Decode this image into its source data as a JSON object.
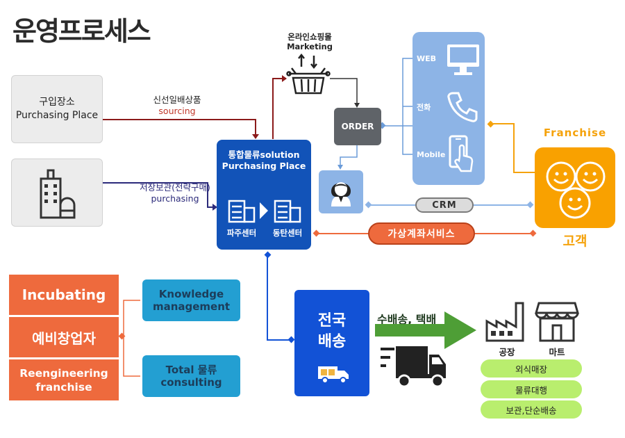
{
  "title": "운영프로세스",
  "purchasing_place": {
    "line1": "구입장소",
    "line2": "Purchasing Place"
  },
  "sourcing_label": {
    "line1": "신선일배상품",
    "line2": "sourcing"
  },
  "purchasing_label": {
    "line1": "저장보관(전략구매)",
    "line2": "purchasing"
  },
  "hub": {
    "line1": "통합물류solution",
    "line2": "Purchasing Place",
    "left_center": "파주센터",
    "right_center": "동탄센터"
  },
  "marketing": {
    "line1": "온라인쇼핑몰",
    "line2": "Marketing"
  },
  "order_label": "ORDER",
  "channels": {
    "web": "WEB",
    "phone": "전화",
    "mobile": "Mobile"
  },
  "crm_label": "CRM",
  "virtual_service_label": "가상계좌서비스",
  "franchise_label": "Franchise",
  "customer_label": "고객",
  "incubating": {
    "item1": "Incubating",
    "item2": "예비창업자",
    "item3_line1": "Reengineering",
    "item3_line2": "franchise"
  },
  "knowledge": {
    "line1": "Knowledge",
    "line2": "management"
  },
  "consulting": {
    "line1": "Total 물류",
    "line2": "consulting"
  },
  "delivery": {
    "line1": "전국",
    "line2": "배송"
  },
  "shipping_label": "수배송, 택배",
  "factory_label": "공장",
  "mart_label": "마트",
  "services": [
    "외식매장",
    "물류대행",
    "보관,단순배송"
  ],
  "colors": {
    "hub": "#1253b8",
    "channels": "#8db4e6",
    "franchise": "#f9a100",
    "orange": "#ee6a3d",
    "teal": "#239fd2",
    "delivery": "#1252d6",
    "green_arrow": "#4e9e36",
    "pill": "#b9ee6e"
  },
  "icons": [
    "building-icon",
    "warehouse-icon",
    "basket-icon",
    "monitor-icon",
    "phone-icon",
    "mobile-icon",
    "agent-icon",
    "smiley-icon",
    "truck-icon",
    "factory-icon",
    "store-icon"
  ]
}
